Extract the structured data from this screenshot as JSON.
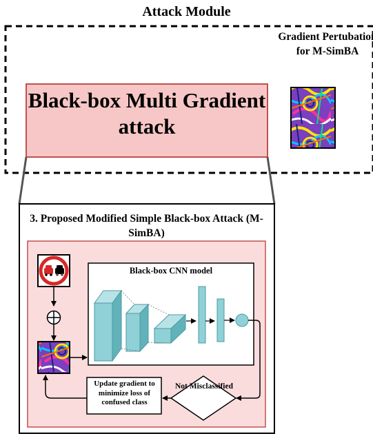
{
  "attack_module": {
    "title": "Attack Module",
    "main_block": "Black-box Multi Gradient attack",
    "gradient_label": "Gradient Pertubation for M-SimBA"
  },
  "panel": {
    "title": "3. Proposed Modified Simple Black-box Attack (M-SimBA)",
    "cnn_label": "Black-box CNN model",
    "update_box": "Update gradient to minimize loss of confused class",
    "decision": "Not Misclassified"
  },
  "colors": {
    "block_fill": "#f6c7c6",
    "block_stroke": "#c0504d",
    "layer_front": "#8fd1d6",
    "layer_top": "#b8e3e6",
    "layer_side": "#62b2b9",
    "sign_red": "#d62828"
  },
  "icons": {
    "sign": "no-overtaking-sign-icon",
    "noise": "gradient-noise-image",
    "sum": "circle-plus-icon"
  }
}
